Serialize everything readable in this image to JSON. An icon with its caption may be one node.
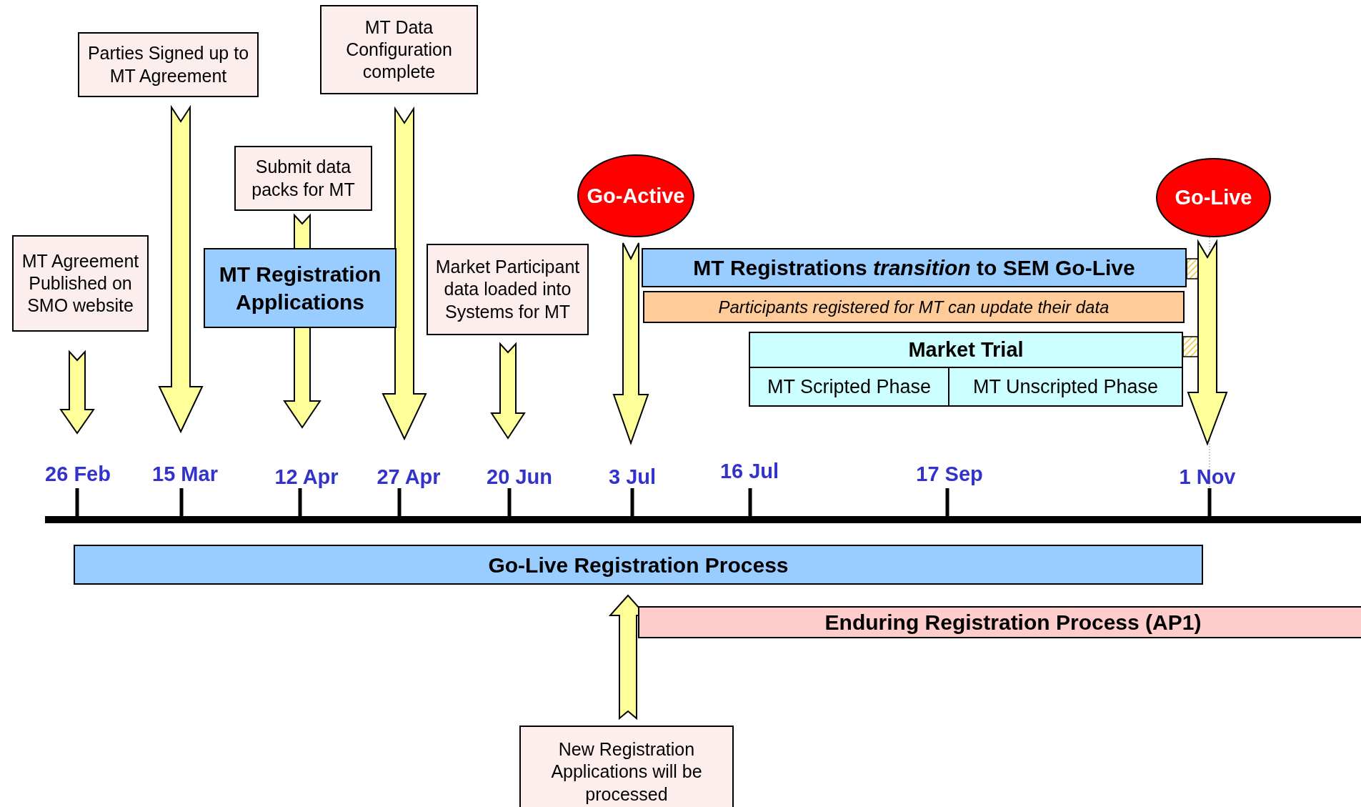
{
  "diagram": {
    "nodes": [
      {
        "text": [
          "MT Agreement Published on SMO website"
        ]
      },
      {
        "text": [
          "Parties Signed up to MT Agreement"
        ]
      },
      {
        "text": [
          "MT Data Configuration complete"
        ]
      },
      {
        "text": [
          "Submit data packs for MT"
        ]
      },
      {
        "text": [
          "MT Registration Applications"
        ]
      },
      {
        "text": [
          "Market Participant data loaded into Systems for MT"
        ]
      },
      {
        "text": [
          "Go-Active"
        ]
      },
      {
        "text": [
          "Go-Live"
        ]
      },
      {
        "text": [
          "MT Registrations *transition* to SEM Go-Live"
        ]
      },
      {
        "text": [
          "Participants registered for MT can update their data"
        ]
      },
      {
        "text": [
          "Market Trial"
        ]
      },
      {
        "text": [
          "MT Scripted Phase"
        ]
      },
      {
        "text": [
          "MT Unscripted Phase"
        ]
      },
      {
        "text": [
          "26 Feb"
        ]
      },
      {
        "text": [
          "15 Mar"
        ]
      },
      {
        "text": [
          "12 Apr"
        ]
      },
      {
        "text": [
          "27 Apr"
        ]
      },
      {
        "text": [
          "20 Jun"
        ]
      },
      {
        "text": [
          "3 Jul"
        ]
      },
      {
        "text": [
          "16 Jul"
        ]
      },
      {
        "text": [
          "17 Sep"
        ]
      },
      {
        "text": [
          "1 Nov"
        ]
      },
      {
        "text": [
          "Go-Live Registration Process"
        ]
      },
      {
        "text": [
          "Enduring Registration Process (AP1)"
        ]
      },
      {
        "text": [
          "New Registration Applications will be processed"
        ]
      }
    ],
    "edges": [
      {
        "from": 0,
        "to": 13,
        "arrow": "to"
      },
      {
        "from": 1,
        "to": 14,
        "arrow": "to"
      },
      {
        "from": 3,
        "to": 15,
        "arrow": "to"
      },
      {
        "from": 2,
        "to": 16,
        "arrow": "to"
      },
      {
        "from": 5,
        "to": 17,
        "arrow": "to"
      },
      {
        "from": 6,
        "to": 18,
        "arrow": "to"
      },
      {
        "from": 7,
        "to": 21,
        "arrow": "to"
      },
      {
        "from": 24,
        "to": 22,
        "arrow": "to"
      }
    ]
  }
}
